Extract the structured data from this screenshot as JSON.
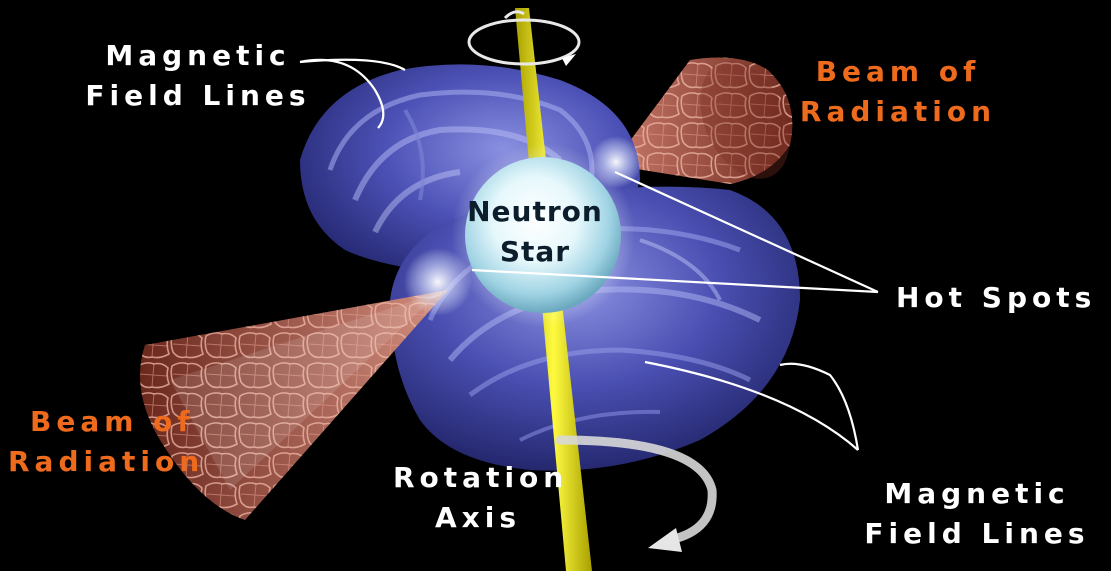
{
  "labels": {
    "magnetic_field_lines_top": [
      "Magnetic",
      "Field Lines"
    ],
    "beam_of_radiation_top": [
      "Beam of",
      "Radiation"
    ],
    "neutron_star": [
      "Neutron",
      "Star"
    ],
    "hot_spots": [
      "Hot Spots"
    ],
    "beam_of_radiation_bottom": [
      "Beam of",
      "Radiation"
    ],
    "rotation_axis": [
      "Rotation",
      "Axis"
    ],
    "magnetic_field_lines_bottom": [
      "Magnetic",
      "Field Lines"
    ]
  },
  "colors": {
    "background": "#000000",
    "label_white": "#ffffff",
    "label_orange": "#ee6a1c",
    "magnetic_field": "#4a4fb0",
    "beam": "#8a3a2a",
    "rotation_axis": "#f4f000",
    "star": "#d8f2fa"
  }
}
